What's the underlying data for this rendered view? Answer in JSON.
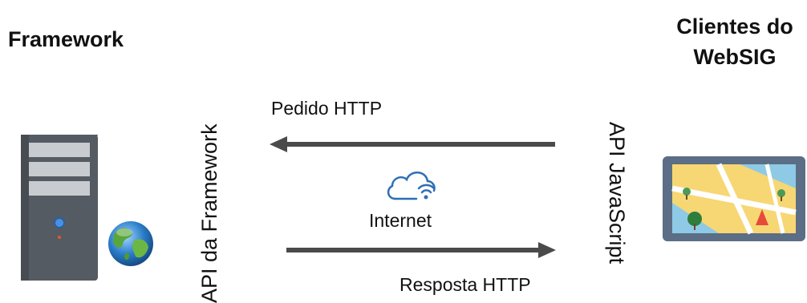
{
  "left": {
    "title": "Framework"
  },
  "right": {
    "title_line1": "Clientes do",
    "title_line2": "WebSIG"
  },
  "api": {
    "server_side": "API da Framework",
    "client_side": "API JavaScript"
  },
  "arrows": {
    "request_label": "Pedido HTTP",
    "response_label": "Resposta HTTP"
  },
  "network": {
    "label": "Internet"
  },
  "icons": {
    "server": "server-icon",
    "globe": "globe-icon",
    "cloud": "cloud-wifi-icon",
    "map": "map-tablet-icon"
  },
  "colors": {
    "server_body": "#555b63",
    "map_frame": "#5b6e85",
    "map_land": "#f7d774",
    "arrow": "#4a4a4a",
    "cloud": "#2d6fb5"
  }
}
